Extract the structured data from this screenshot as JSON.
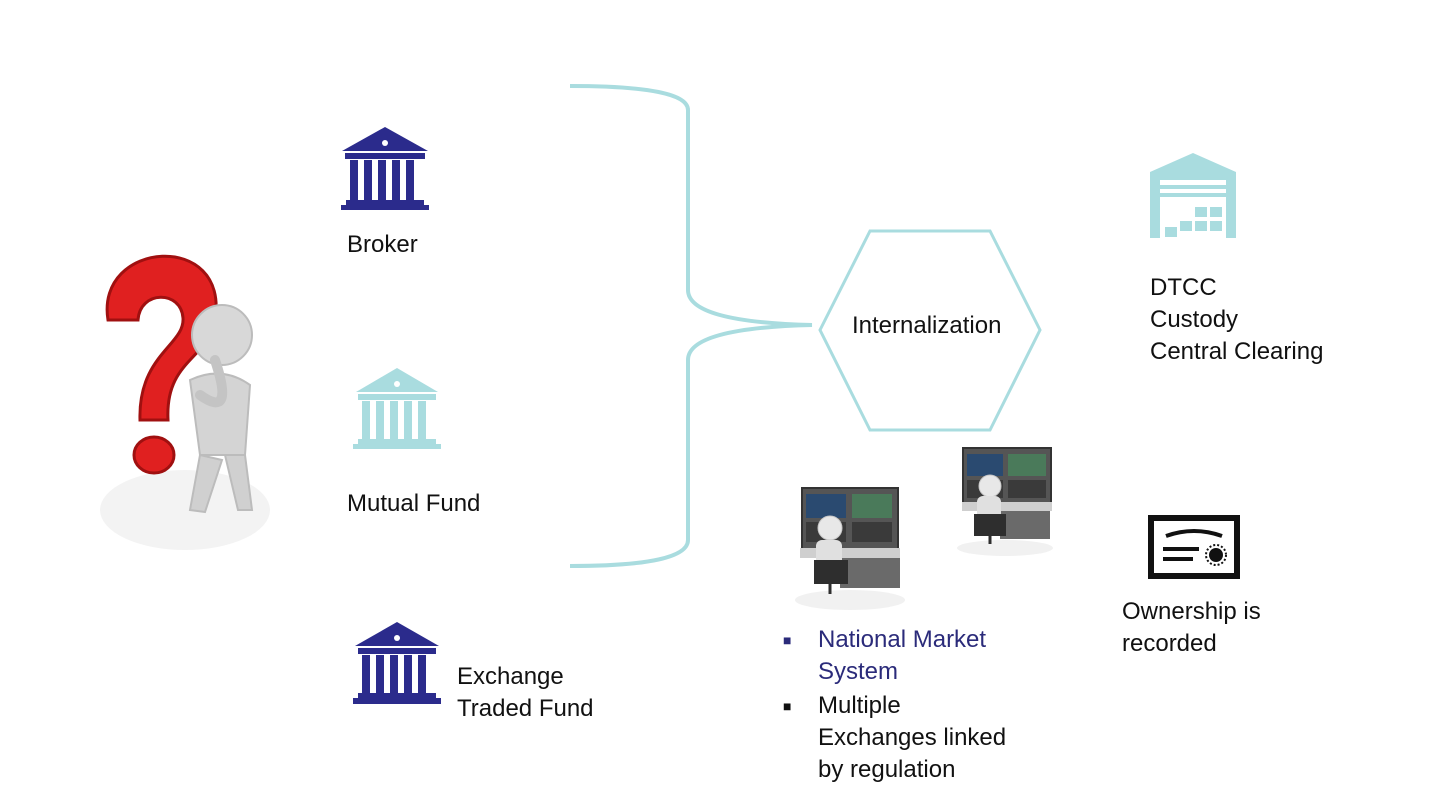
{
  "labels": {
    "broker": "Broker",
    "mutual_fund": "Mutual Fund",
    "etf_line1": "Exchange",
    "etf_line2": "Traded Fund",
    "internalization": "Internalization",
    "dtcc_line1": "DTCC",
    "dtcc_line2": "Custody",
    "dtcc_line3": "Central Clearing",
    "ownership_line1": "Ownership is",
    "ownership_line2": "recorded"
  },
  "bullets": [
    {
      "line1": "National Market",
      "line2": "System"
    },
    {
      "line1": "Multiple",
      "line2": "Exchanges linked",
      "line3": "by regulation"
    }
  ],
  "colors": {
    "navy": "#2b2b8c",
    "teal_light": "#a9dcdf",
    "question_red": "#e02020"
  },
  "icons": {
    "broker": "bank-icon",
    "mutual_fund": "bank-icon",
    "etf": "bank-icon",
    "dtcc": "warehouse-icon",
    "ownership": "certificate-icon"
  }
}
